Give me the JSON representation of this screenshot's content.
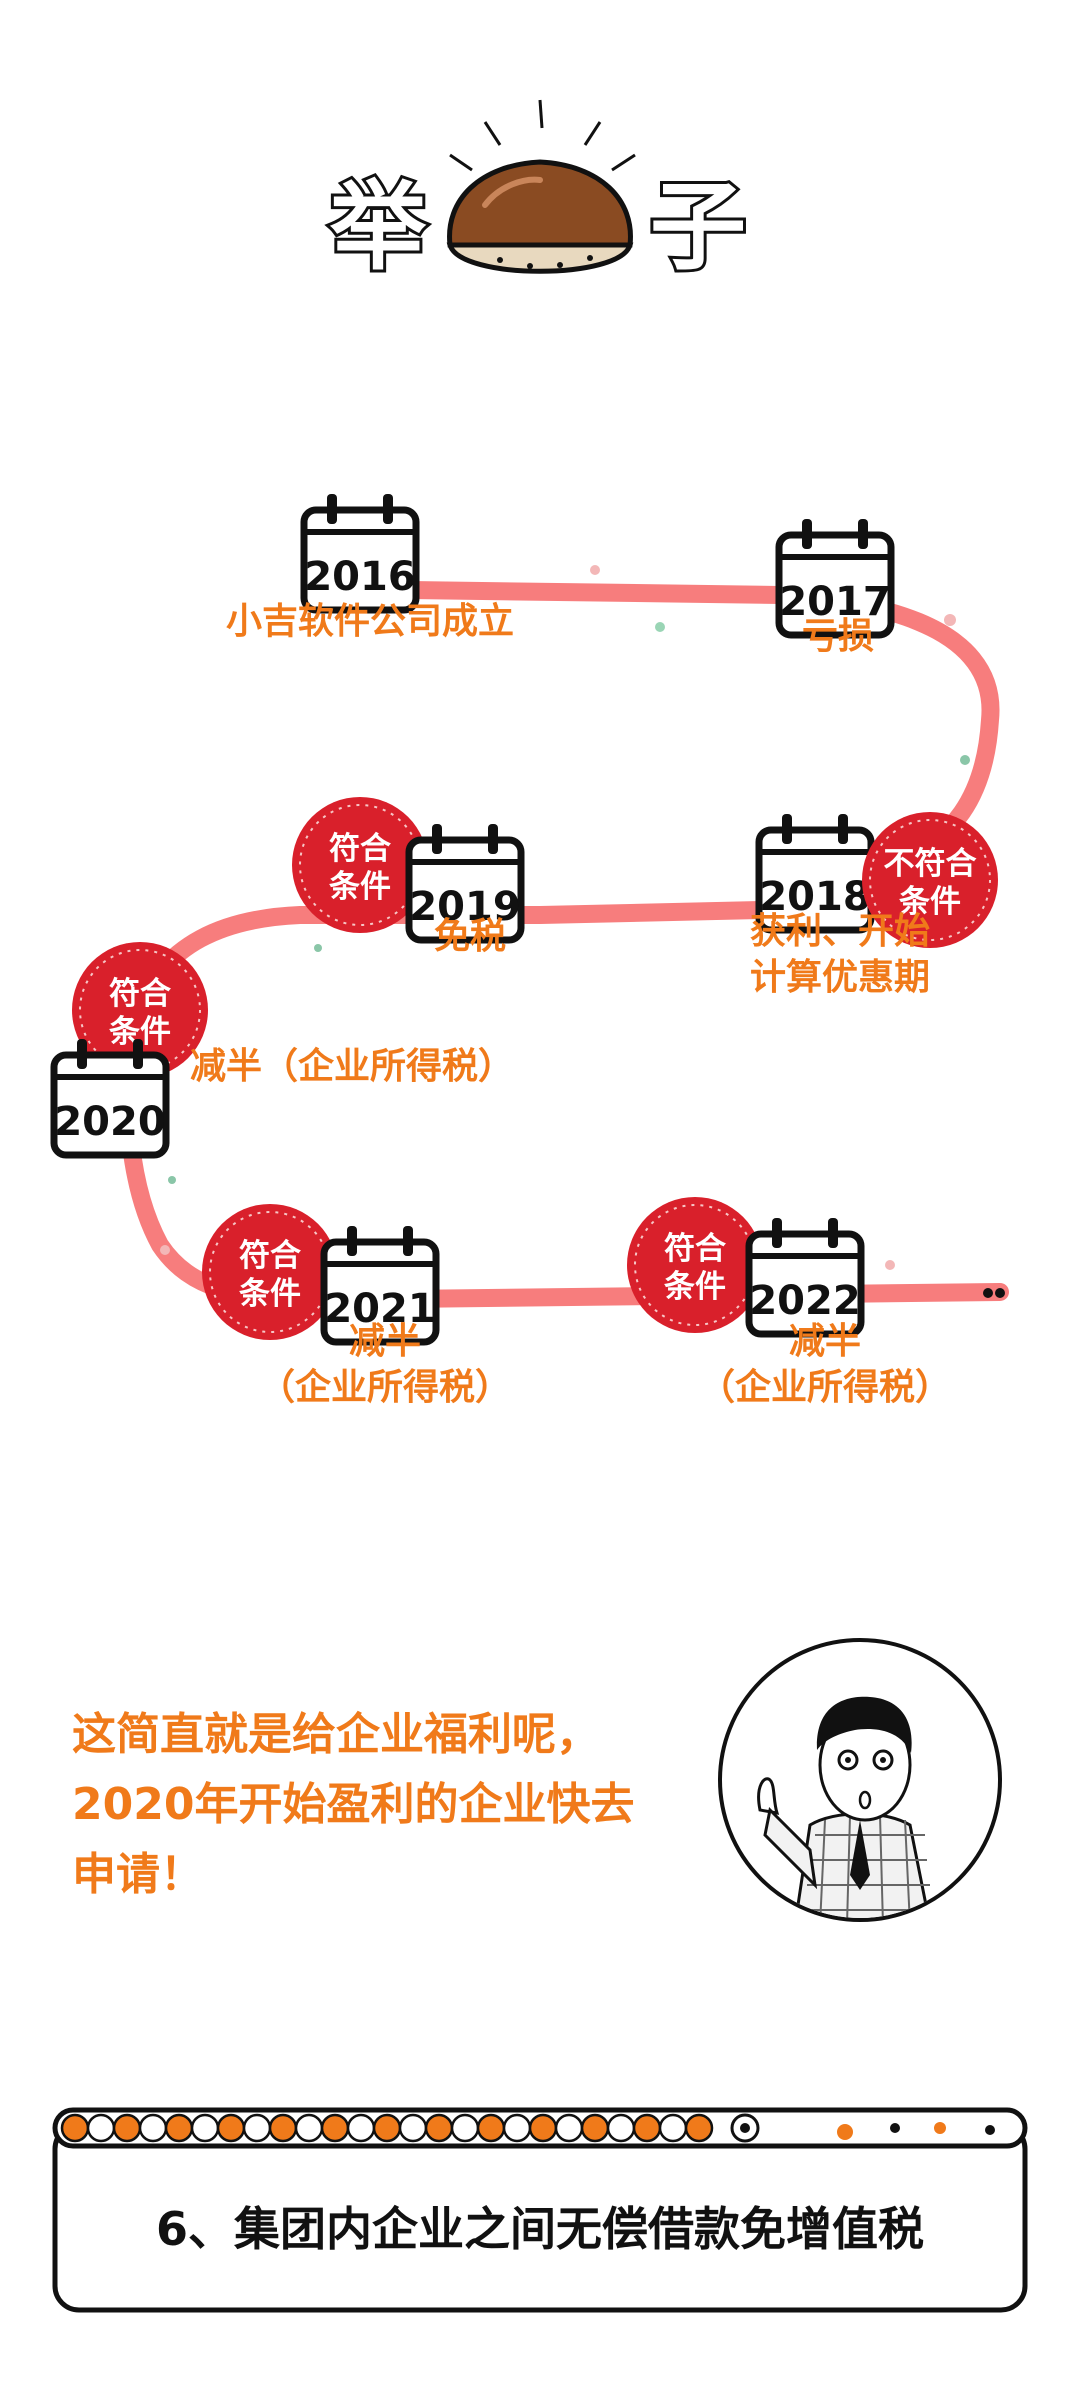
{
  "header": {
    "left_char": "举",
    "right_char": "子"
  },
  "timeline": [
    {
      "year": "2016",
      "label_lines": [
        "小吉软件公司成立"
      ]
    },
    {
      "year": "2017",
      "label_lines": [
        "亏损"
      ]
    },
    {
      "year": "2018",
      "label_lines": [
        "获利、开始",
        "计算优惠期"
      ],
      "stamp_lines": [
        "不符合",
        "条件"
      ]
    },
    {
      "year": "2019",
      "label_lines": [
        "免税"
      ],
      "stamp_lines": [
        "符合",
        "条件"
      ]
    },
    {
      "year": "2020",
      "label_lines": [
        "减半（企业所得税）"
      ],
      "stamp_lines": [
        "符合",
        "条件"
      ]
    },
    {
      "year": "2021",
      "label_lines": [
        "减半",
        "（企业所得税）"
      ],
      "stamp_lines": [
        "符合",
        "条件"
      ]
    },
    {
      "year": "2022",
      "label_lines": [
        "减半",
        "（企业所得税）"
      ],
      "stamp_lines": [
        "符合",
        "条件"
      ]
    }
  ],
  "quote_lines": [
    "这简直就是给企业福利呢，",
    "2020年开始盈利的企业快去",
    "申请！"
  ],
  "banner": {
    "text": "6、集团内企业之间无偿借款免增值税"
  },
  "colors": {
    "accent_orange": "#f07a1a",
    "track_pink": "#f77d7d",
    "stamp_red": "#d9202b"
  }
}
